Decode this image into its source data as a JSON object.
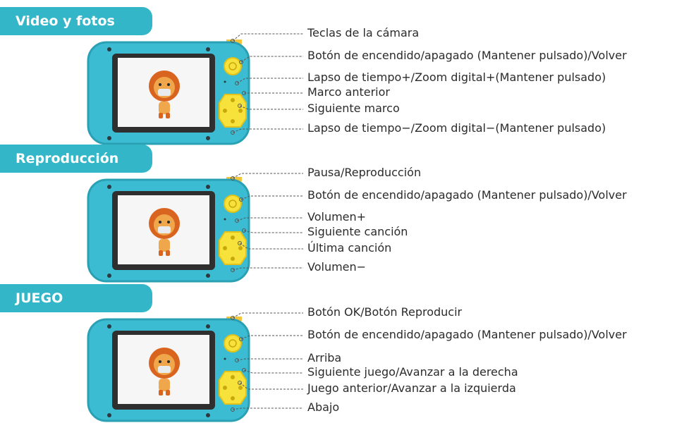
{
  "sections": [
    {
      "title": "Video y fotos",
      "labels": [
        "Teclas de la cámara",
        "Botón de encendido/apagado (Mantener pulsado)/Volver",
        "Lapso de tiempo+/Zoom digital+(Mantener pulsado)",
        "Marco anterior",
        "Siguiente marco",
        "Lapso de tiempo−/Zoom digital−(Mantener pulsado)"
      ]
    },
    {
      "title": "Reproducción",
      "labels": [
        "Pausa/Reproducción",
        "Botón de encendido/apagado (Mantener pulsado)/Volver",
        "Volumen+",
        "Siguiente canción",
        "Última canción",
        "Volumen−"
      ]
    },
    {
      "title": "JUEGO",
      "labels": [
        "Botón OK/Botón Reproducir",
        "Botón de encendido/apagado (Mantener pulsado)/Volver",
        "Arriba",
        "Siguiente juego/Avanzar a la derecha",
        "Juego anterior/Avanzar a la izquierda",
        "Abajo"
      ]
    }
  ],
  "colors": {
    "tab": "#33b6c8",
    "camera_body": "#3cbcd2",
    "camera_dark": "#2aa0b4",
    "screen_bezel": "#2f2f2f",
    "button_yellow": "#f7e23c",
    "leader_line": "#555555"
  },
  "icons": [
    "lion-mascot-icon",
    "power-button-icon",
    "dpad-icon",
    "shutter-key-icon"
  ]
}
